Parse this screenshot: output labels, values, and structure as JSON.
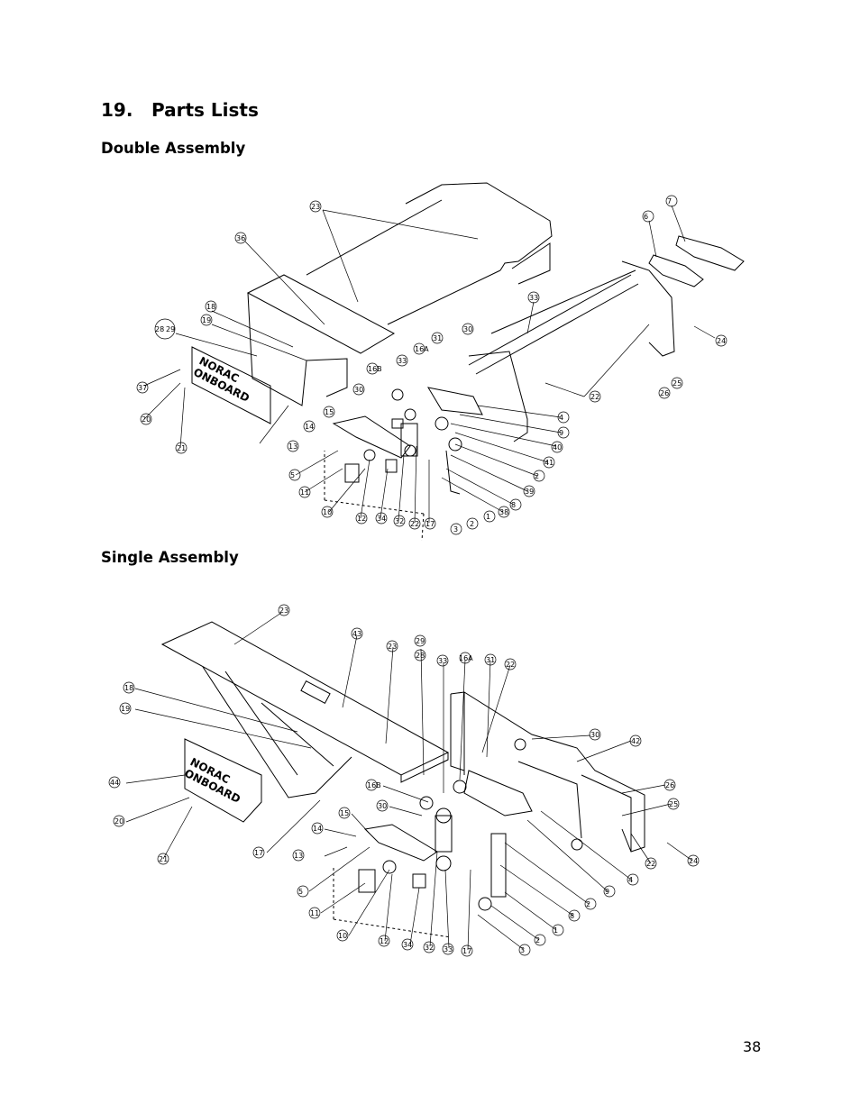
{
  "section": {
    "number": "19.",
    "title": "Parts Lists"
  },
  "double": {
    "title": "Double Assembly",
    "logo": [
      "NORAC",
      "ONBOARD"
    ],
    "callouts": [
      "23",
      "36",
      "6",
      "7",
      "33",
      "18",
      "19",
      "28",
      "29",
      "16A",
      "31",
      "30",
      "24",
      "37",
      "16B",
      "33",
      "30",
      "4",
      "9",
      "40",
      "41",
      "15",
      "14",
      "13",
      "5",
      "11",
      "10",
      "12",
      "34",
      "32",
      "22",
      "17",
      "3",
      "2",
      "1",
      "38",
      "39",
      "8",
      "2",
      "22",
      "26",
      "25",
      "20",
      "21"
    ]
  },
  "single": {
    "title": "Single Assembly",
    "logo": [
      "NORAC",
      "ONBOARD"
    ],
    "callouts": [
      "23",
      "43",
      "23",
      "29",
      "28",
      "33",
      "16A",
      "31",
      "22",
      "18",
      "19",
      "30",
      "42",
      "44",
      "16B",
      "30",
      "26",
      "25",
      "20",
      "15",
      "14",
      "17",
      "13",
      "21",
      "5",
      "11",
      "10",
      "12",
      "34",
      "32",
      "33",
      "17",
      "3",
      "2",
      "1",
      "8",
      "2",
      "9",
      "4",
      "22",
      "24"
    ]
  },
  "page_number": "38"
}
